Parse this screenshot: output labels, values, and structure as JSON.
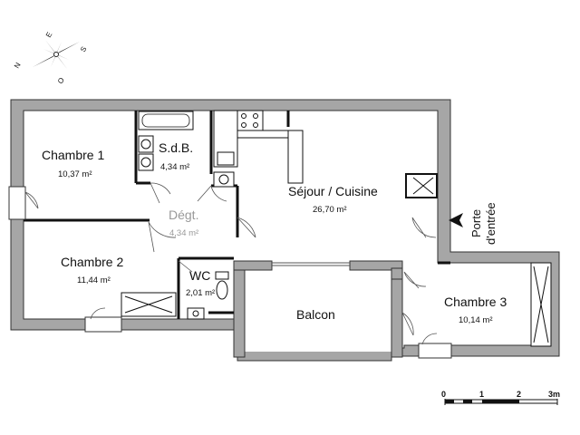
{
  "compass": {
    "n": "N",
    "e": "E",
    "s": "S",
    "o": "O"
  },
  "rooms": [
    {
      "name": "Chambre 1",
      "area": "10,37 m²"
    },
    {
      "name": "S.d.B.",
      "area": "4,34 m²"
    },
    {
      "name": "Dégt.",
      "area": "4,34 m²"
    },
    {
      "name": "Séjour / Cuisine",
      "area": "26,70 m²"
    },
    {
      "name": "Chambre 2",
      "area": "11,44 m²"
    },
    {
      "name": "WC",
      "area": "2,01 m²"
    },
    {
      "name": "Balcon"
    },
    {
      "name": "Chambre 3",
      "area": "10,14 m²"
    }
  ],
  "entrance": {
    "line1": "Porte",
    "line2": "d'entrée"
  },
  "scale": {
    "labels": [
      "0",
      "1",
      "2",
      "3m"
    ]
  },
  "colors": {
    "wall": "#a6a6a6",
    "wall_outline": "#333333",
    "door": "#555555"
  }
}
